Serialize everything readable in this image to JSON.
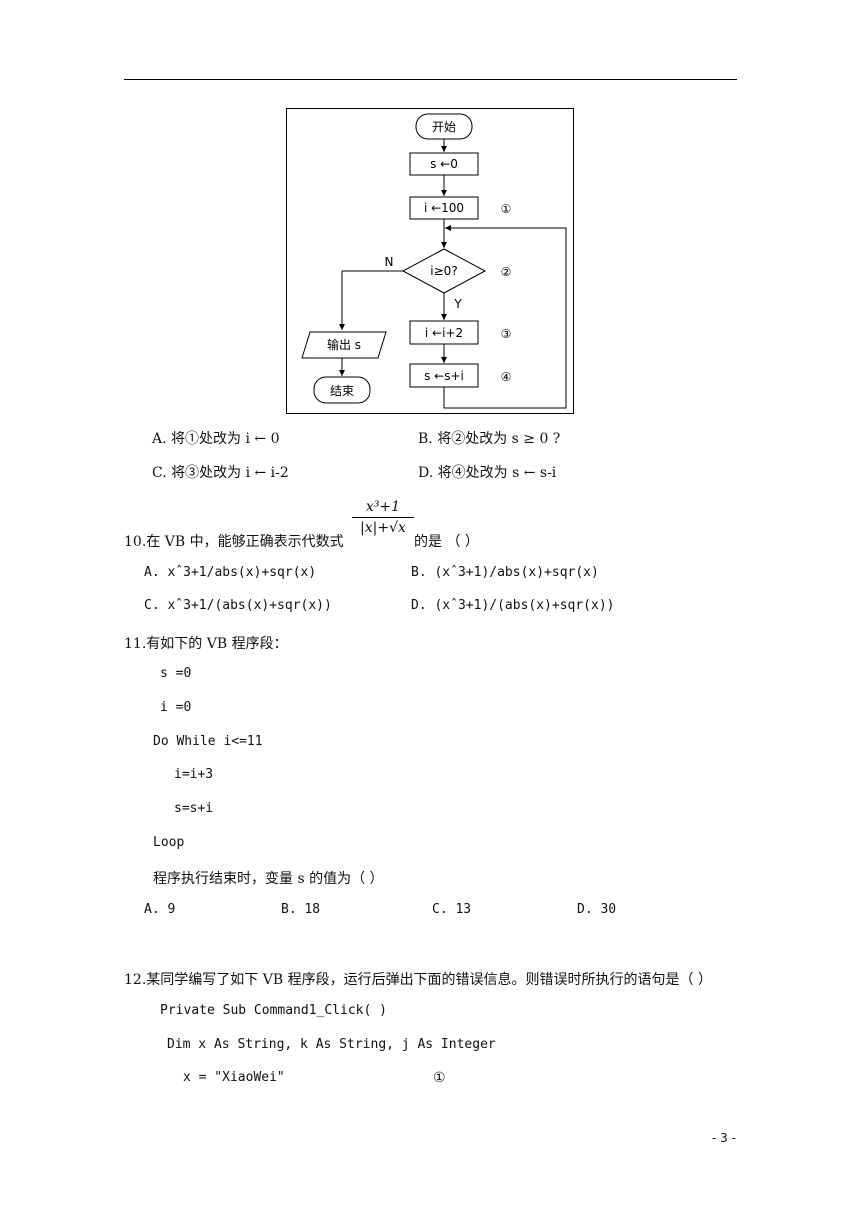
{
  "flowchart": {
    "start": "开始",
    "s_init": "s ←0",
    "i_init": "i ←100",
    "condition": "i≥0?",
    "i_update": "i ←i+2",
    "s_update": "s ←s+i",
    "output": "输出 s",
    "end": "结束",
    "label_n": "N",
    "label_y": "Y",
    "mark1": "①",
    "mark2": "②",
    "mark3": "③",
    "mark4": "④"
  },
  "q9": {
    "option_a": "A. 将①处改为 i ← 0",
    "option_b": "B. 将②处改为 s ≥ 0 ?",
    "option_c": "C. 将③处改为 i ← i-2",
    "option_d": "D. 将④处改为 s ← s-i"
  },
  "q10": {
    "stem_before": "10.在 VB 中，能够正确表示代数式",
    "frac_num": "x³+1",
    "frac_den": "|x|+√x",
    "stem_after": "的是  （     ）",
    "option_a": "A. xˆ3+1/abs(x)+sqr(x)",
    "option_b": "B. (xˆ3+1)/abs(x)+sqr(x)",
    "option_c": "C. xˆ3+1/(abs(x)+sqr(x))",
    "option_d": "D. (xˆ3+1)/(abs(x)+sqr(x))"
  },
  "q11": {
    "stem": "11.有如下的 VB 程序段：",
    "code": [
      "s =0",
      "i =0",
      "Do While i<=11",
      "i=i+3",
      "s=s+i",
      "Loop"
    ],
    "question": "程序执行结束时，变量 s 的值为（  ）",
    "option_a": "A. 9",
    "option_b": "B. 18",
    "option_c": "C. 13",
    "option_d": "D. 30"
  },
  "q12": {
    "stem": "12.某同学编写了如下 VB 程序段，运行后弹出下面的错误信息。则错误时所执行的语句是（    ）",
    "code": [
      "Private Sub Command1_Click( )",
      "Dim x As String, k As String, j As Integer",
      "x = \"XiaoWei\""
    ],
    "mark1": "①"
  },
  "page_number": "- 3 -"
}
